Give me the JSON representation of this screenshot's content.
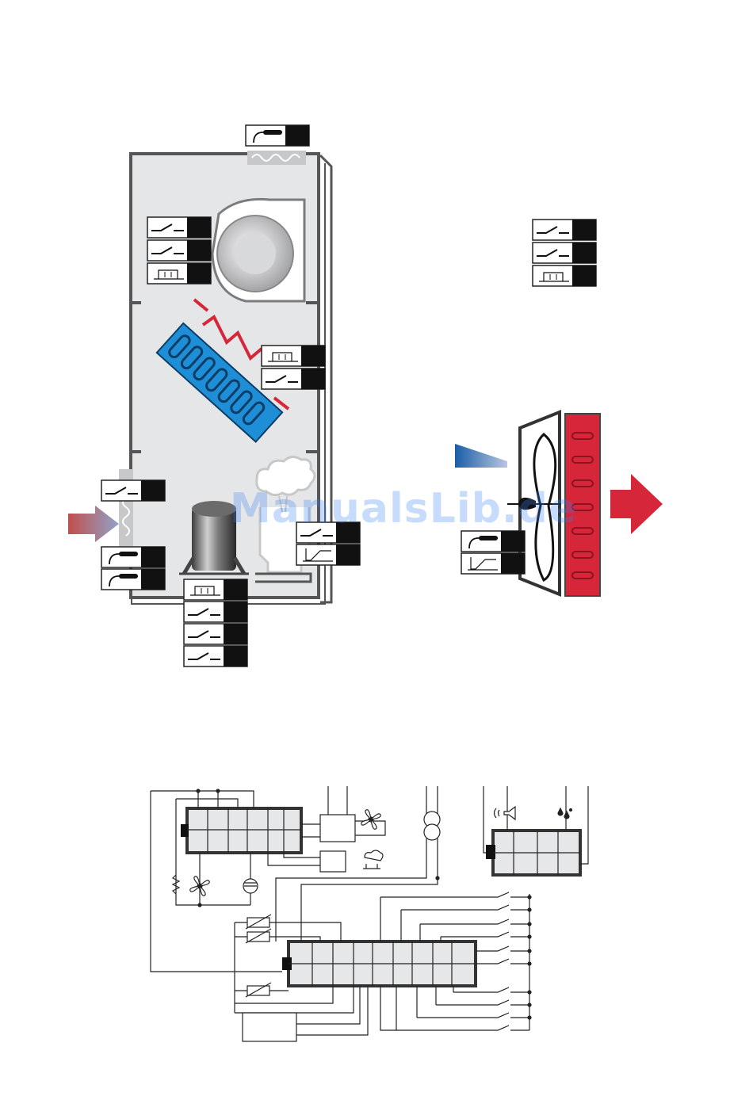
{
  "watermark": "ManualsLib.de",
  "colors": {
    "cabinet_fill": "#e5e6e8",
    "cabinet_line": "#555555",
    "coil_blue": "#1e8fd6",
    "heater_red": "#d6263a",
    "air_in": "#c0504d",
    "air_in_end": "#8fa3c8",
    "air_cold": "#1a5ea8",
    "outlet_red": "#d6263a",
    "board_fill": "#e6e7e9",
    "board_line": "#333333",
    "icon_black": "#111111"
  },
  "top_diagram": {
    "io_symbols": [
      "temperature-sensor-icon",
      "switch-contact-icon",
      "hysteresis-thermostat-icon",
      "proportional-output-icon"
    ]
  },
  "wiring_diagram": {
    "components": [
      "main-controller-board",
      "display-board",
      "transformer",
      "fan-icon",
      "humidifier-icon",
      "compressor-icon",
      "heater-resistor-icon",
      "alarm-horn-icon",
      "water-leak-icon"
    ]
  }
}
